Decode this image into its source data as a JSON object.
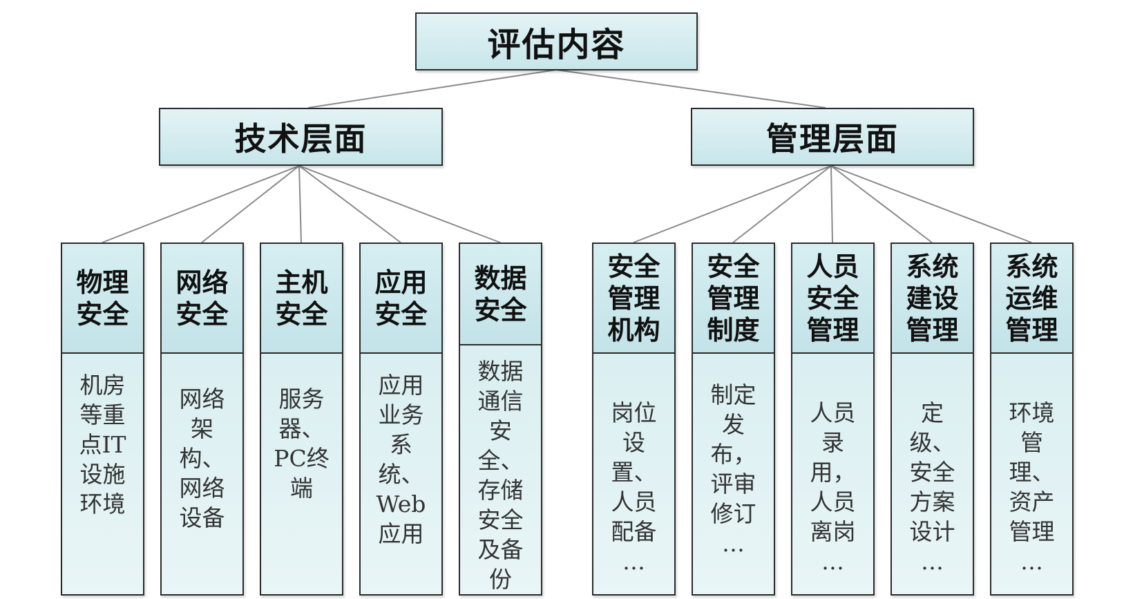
{
  "root": {
    "label": "评估内容"
  },
  "branches": [
    {
      "label": "技术层面"
    },
    {
      "label": "管理层面"
    }
  ],
  "tech_items": [
    {
      "title": "物理安全",
      "desc": "机房\n等重\n点IT\n设施\n环境"
    },
    {
      "title": "网络安全",
      "desc": "网络\n架构、\n网络\n设备"
    },
    {
      "title": "主机安全",
      "desc": "服务\n器、\nPC终\n端"
    },
    {
      "title": "应用安全",
      "desc": "应用\n业务\n系统、\nWeb\n应用"
    },
    {
      "title": "数据安全",
      "desc": "数据\n通信\n安全、\n存储\n安全\n及备\n份"
    }
  ],
  "mgmt_items": [
    {
      "title": "安全管理机构",
      "desc": "岗位\n设置、\n人员\n配备\n…"
    },
    {
      "title": "安全管理制度",
      "desc": "制定\n发布，\n评审\n修订\n…"
    },
    {
      "title": "人员安全管理",
      "desc": "人员\n录用，\n人员\n离岗\n…"
    },
    {
      "title": "系统建设管理",
      "desc": "定级、\n安全\n方案\n设计\n…"
    },
    {
      "title": "系统运维管理",
      "desc": "环境\n管理、\n资产\n管理\n…"
    }
  ]
}
